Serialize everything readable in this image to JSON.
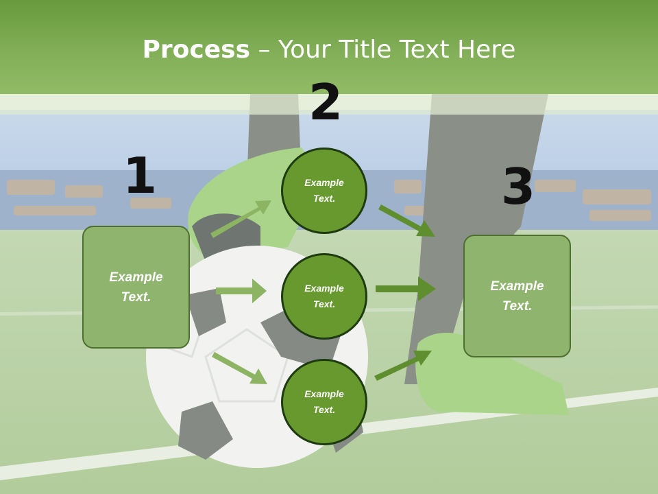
{
  "slide": {
    "title_bold": "Process",
    "title_rest": " – Your Title Text Here",
    "step_numbers": [
      "1",
      "2",
      "3"
    ],
    "box_left": "Example\nText.",
    "box_right": "Example\nText.",
    "circles": [
      "Example\nText.",
      "Example\nText.",
      "Example\nText."
    ]
  },
  "colors": {
    "title_bar": "#7fac55",
    "box_fill": "#8fb46e",
    "circle_fill": "#67992f",
    "arrow": "#6a9a3a"
  },
  "background": {
    "image": "soccer-ball-under-player-cleat-on-stadium-field",
    "icon": "soccer-field-photo"
  }
}
